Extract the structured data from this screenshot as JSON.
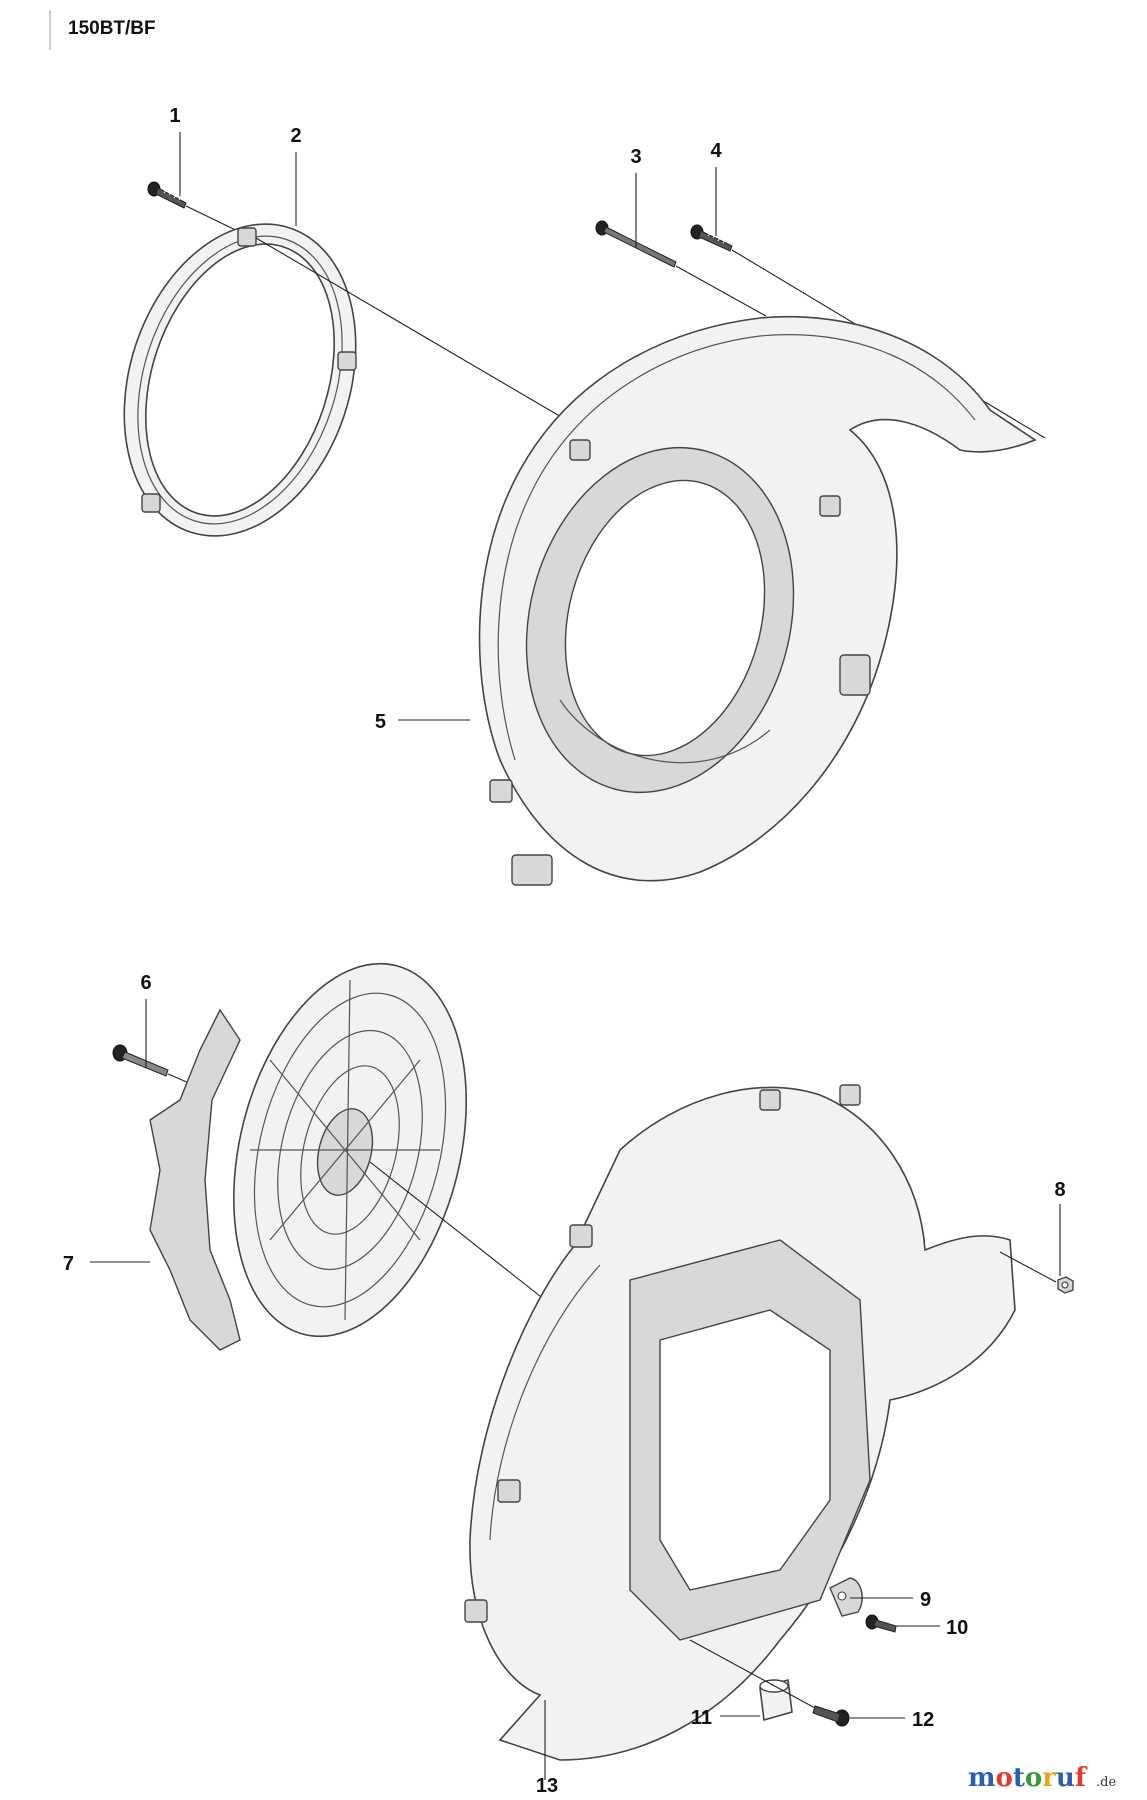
{
  "model": "150BT/BF",
  "watermark": {
    "text": "motoruf",
    "suffix": ".de",
    "letter_colors": [
      "#2b5fb4",
      "#e23b2e",
      "#2b5fb4",
      "#3a9a3a",
      "#e8a321",
      "#2b5fb4",
      "#e23b2e"
    ]
  },
  "parts": [
    {
      "number": "1"
    },
    {
      "number": "2"
    },
    {
      "number": "3"
    },
    {
      "number": "4"
    },
    {
      "number": "5"
    },
    {
      "number": "6"
    },
    {
      "number": "7"
    },
    {
      "number": "8"
    },
    {
      "number": "9"
    },
    {
      "number": "10"
    },
    {
      "number": "11"
    },
    {
      "number": "12"
    },
    {
      "number": "13"
    }
  ]
}
